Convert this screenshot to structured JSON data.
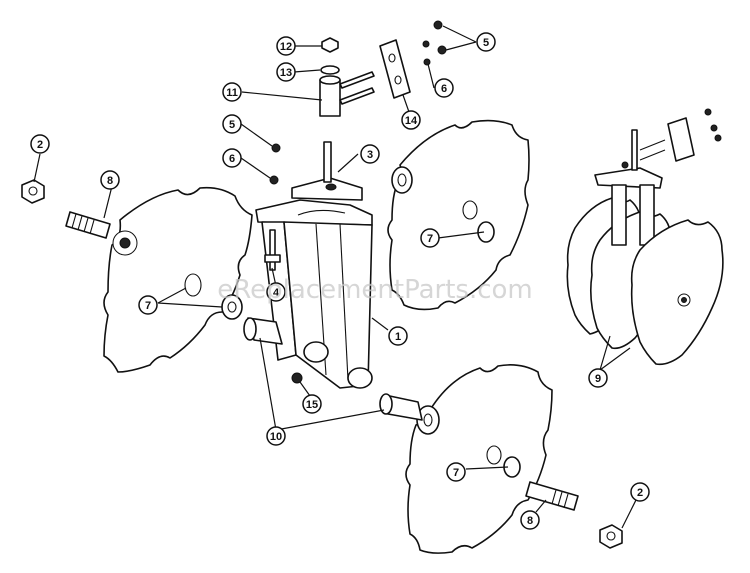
{
  "watermark": "eReplacementParts.com",
  "callouts": [
    {
      "id": "12",
      "label": "12"
    },
    {
      "id": "13",
      "label": "13"
    },
    {
      "id": "11",
      "label": "11"
    },
    {
      "id": "14",
      "label": "14"
    },
    {
      "id": "5",
      "label": "5"
    },
    {
      "id": "6",
      "label": "6"
    },
    {
      "id": "5",
      "label": "5"
    },
    {
      "id": "6",
      "label": "6"
    },
    {
      "id": "3",
      "label": "3"
    },
    {
      "id": "2",
      "label": "2"
    },
    {
      "id": "8",
      "label": "8"
    },
    {
      "id": "7",
      "label": "7"
    },
    {
      "id": "7",
      "label": "7"
    },
    {
      "id": "4",
      "label": "4"
    },
    {
      "id": "1",
      "label": "1"
    },
    {
      "id": "15",
      "label": "15"
    },
    {
      "id": "10",
      "label": "10"
    },
    {
      "id": "7",
      "label": "7"
    },
    {
      "id": "9",
      "label": "9"
    },
    {
      "id": "2",
      "label": "2"
    },
    {
      "id": "8",
      "label": "8"
    }
  ],
  "colors": {
    "line": "#111111",
    "background": "#ffffff",
    "watermark": "#c8c8c8"
  }
}
